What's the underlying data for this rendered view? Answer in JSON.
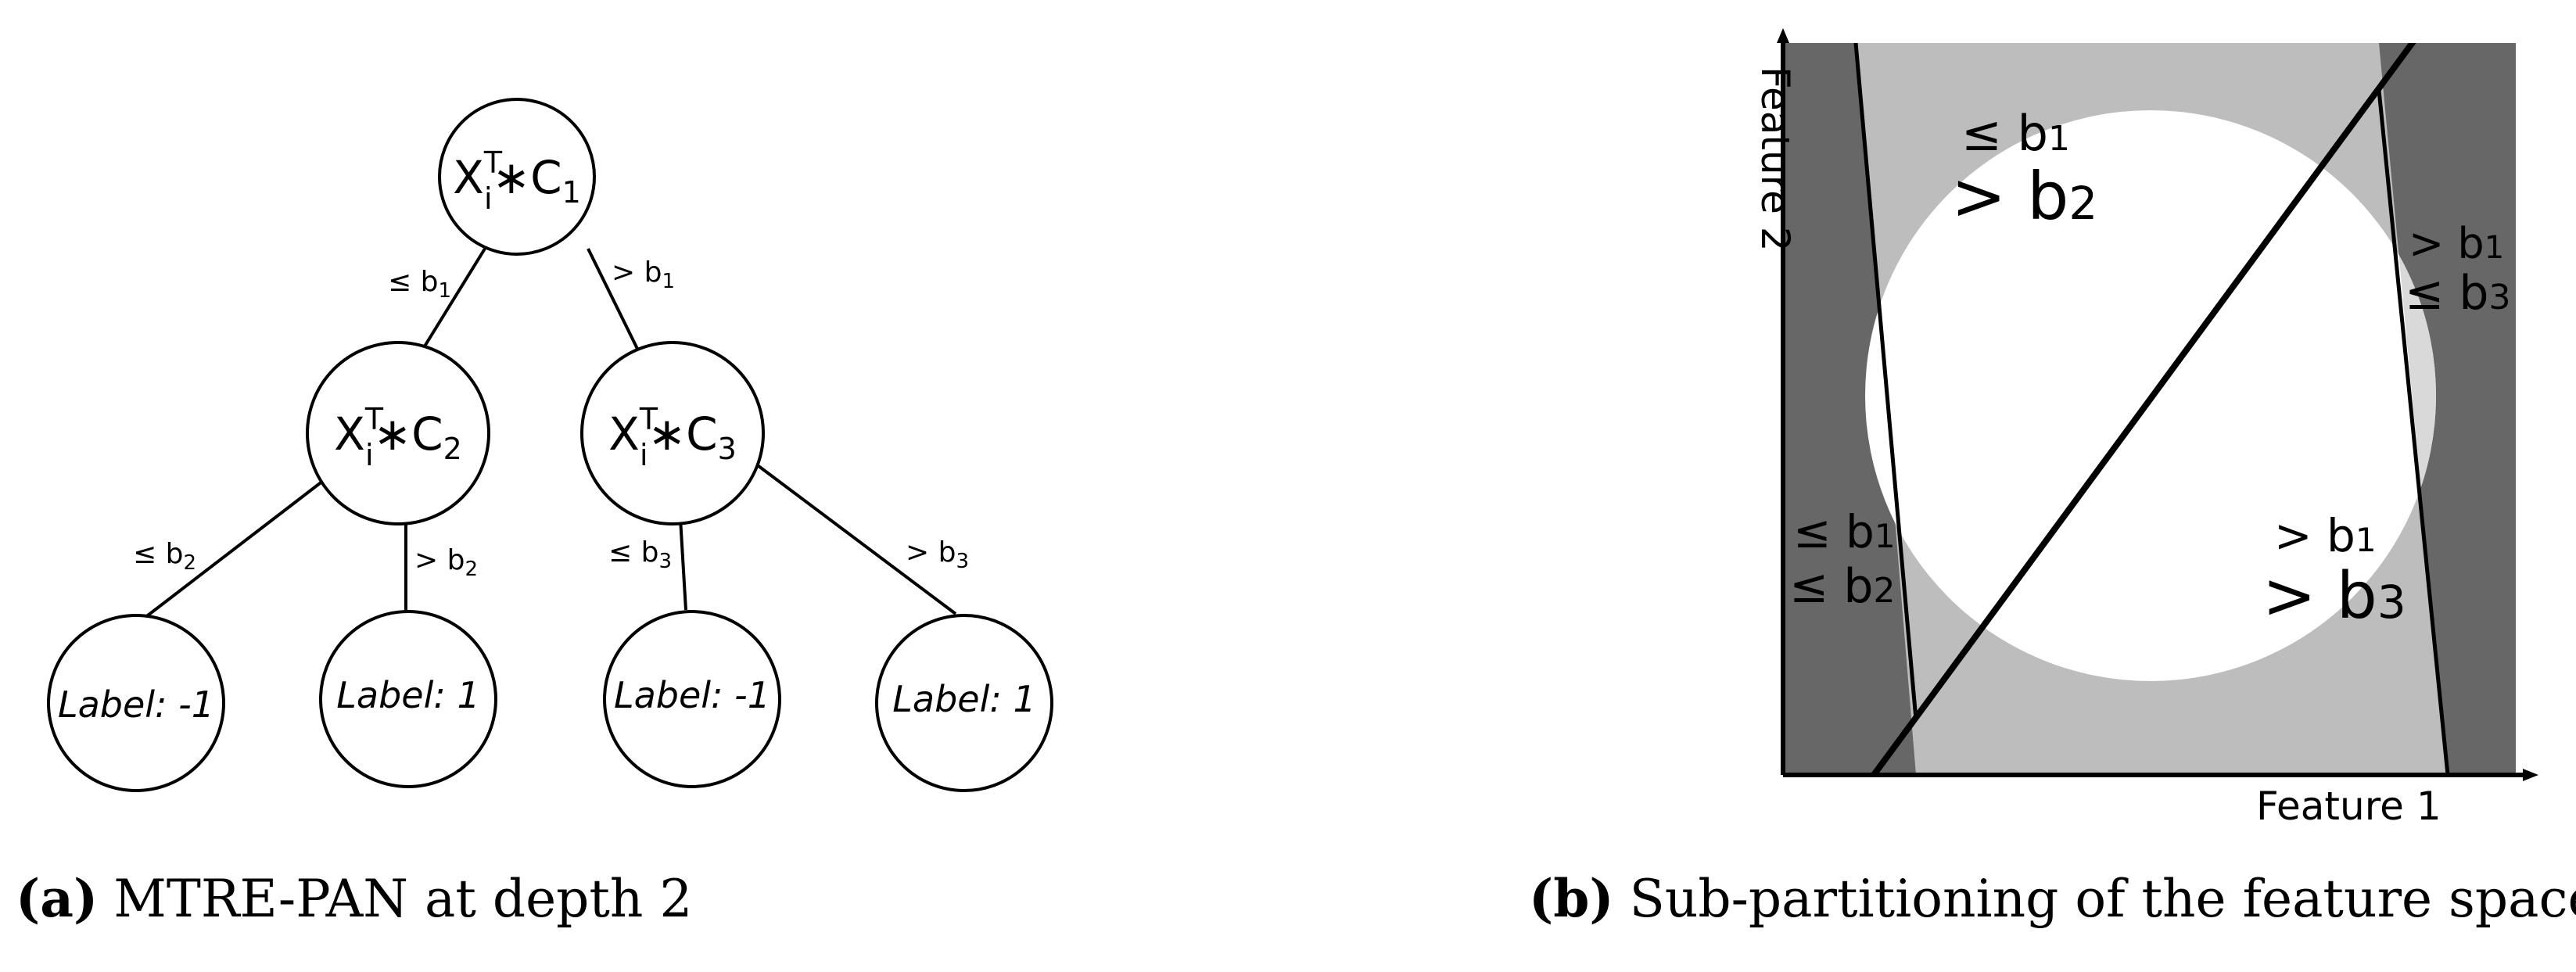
{
  "tree": {
    "root": {
      "x": "X",
      "t": "T",
      "i": "i",
      "op": "∗C",
      "sub": "1"
    },
    "left": {
      "x": "X",
      "t": "T",
      "i": "i",
      "op": "∗C",
      "sub": "2"
    },
    "right": {
      "x": "X",
      "t": "T",
      "i": "i",
      "op": "∗C",
      "sub": "3"
    },
    "edges": {
      "root_left": {
        "op": "≤ b",
        "sub": "1"
      },
      "root_right": {
        "op": "> b",
        "sub": "1"
      },
      "left_left": {
        "op": "≤ b",
        "sub": "2"
      },
      "left_right": {
        "op": "> b",
        "sub": "2"
      },
      "right_left": {
        "op": "≤ b",
        "sub": "3"
      },
      "right_right": {
        "op": "> b",
        "sub": "3"
      }
    },
    "leaves": [
      "Label: -1",
      "Label: 1",
      "Label: -1",
      "Label: 1"
    ]
  },
  "partition": {
    "xlabel": "Feature 1",
    "ylabel": "Feature 2",
    "regions": {
      "top": {
        "line1": {
          "op": "≤ b",
          "sub": "1"
        },
        "line2": {
          "op": "> b",
          "sub": "2"
        }
      },
      "right": {
        "line1": {
          "op": "> b",
          "sub": "1"
        },
        "line2": {
          "op": "≤ b",
          "sub": "3"
        }
      },
      "left": {
        "line1": {
          "op": "≤ b",
          "sub": "1"
        },
        "line2": {
          "op": "≤ b",
          "sub": "2"
        }
      },
      "bottom": {
        "line1": {
          "op": "> b",
          "sub": "1"
        },
        "line2": {
          "op": "> b",
          "sub": "3"
        }
      }
    },
    "colors": {
      "dark": "#676767",
      "light": "#bdbdbd",
      "circle": "#ffffff"
    }
  },
  "captions": {
    "a": {
      "tag": "(a)",
      "text": "MTRE-PAN at depth 2"
    },
    "b": {
      "tag": "(b)",
      "text": "Sub-partitioning of the feature space"
    }
  }
}
